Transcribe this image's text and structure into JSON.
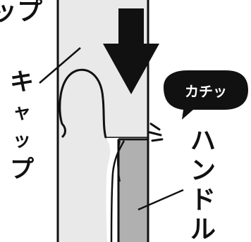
{
  "labels": {
    "top_fragment": "ップ",
    "cap": [
      "キ",
      "ャ",
      "ッ",
      "プ"
    ],
    "cap_leader_word": "キャップ",
    "handle": [
      "ハ",
      "ン",
      "ド",
      "ル"
    ],
    "sound_bubble": "カチッ"
  },
  "colors": {
    "outline": "#111111",
    "tube_fill": "#e9e9e9",
    "handle_fill": "#b0b0b0",
    "bubble_fill": "#111111",
    "bubble_text": "#ffffff",
    "background": "#ffffff"
  }
}
